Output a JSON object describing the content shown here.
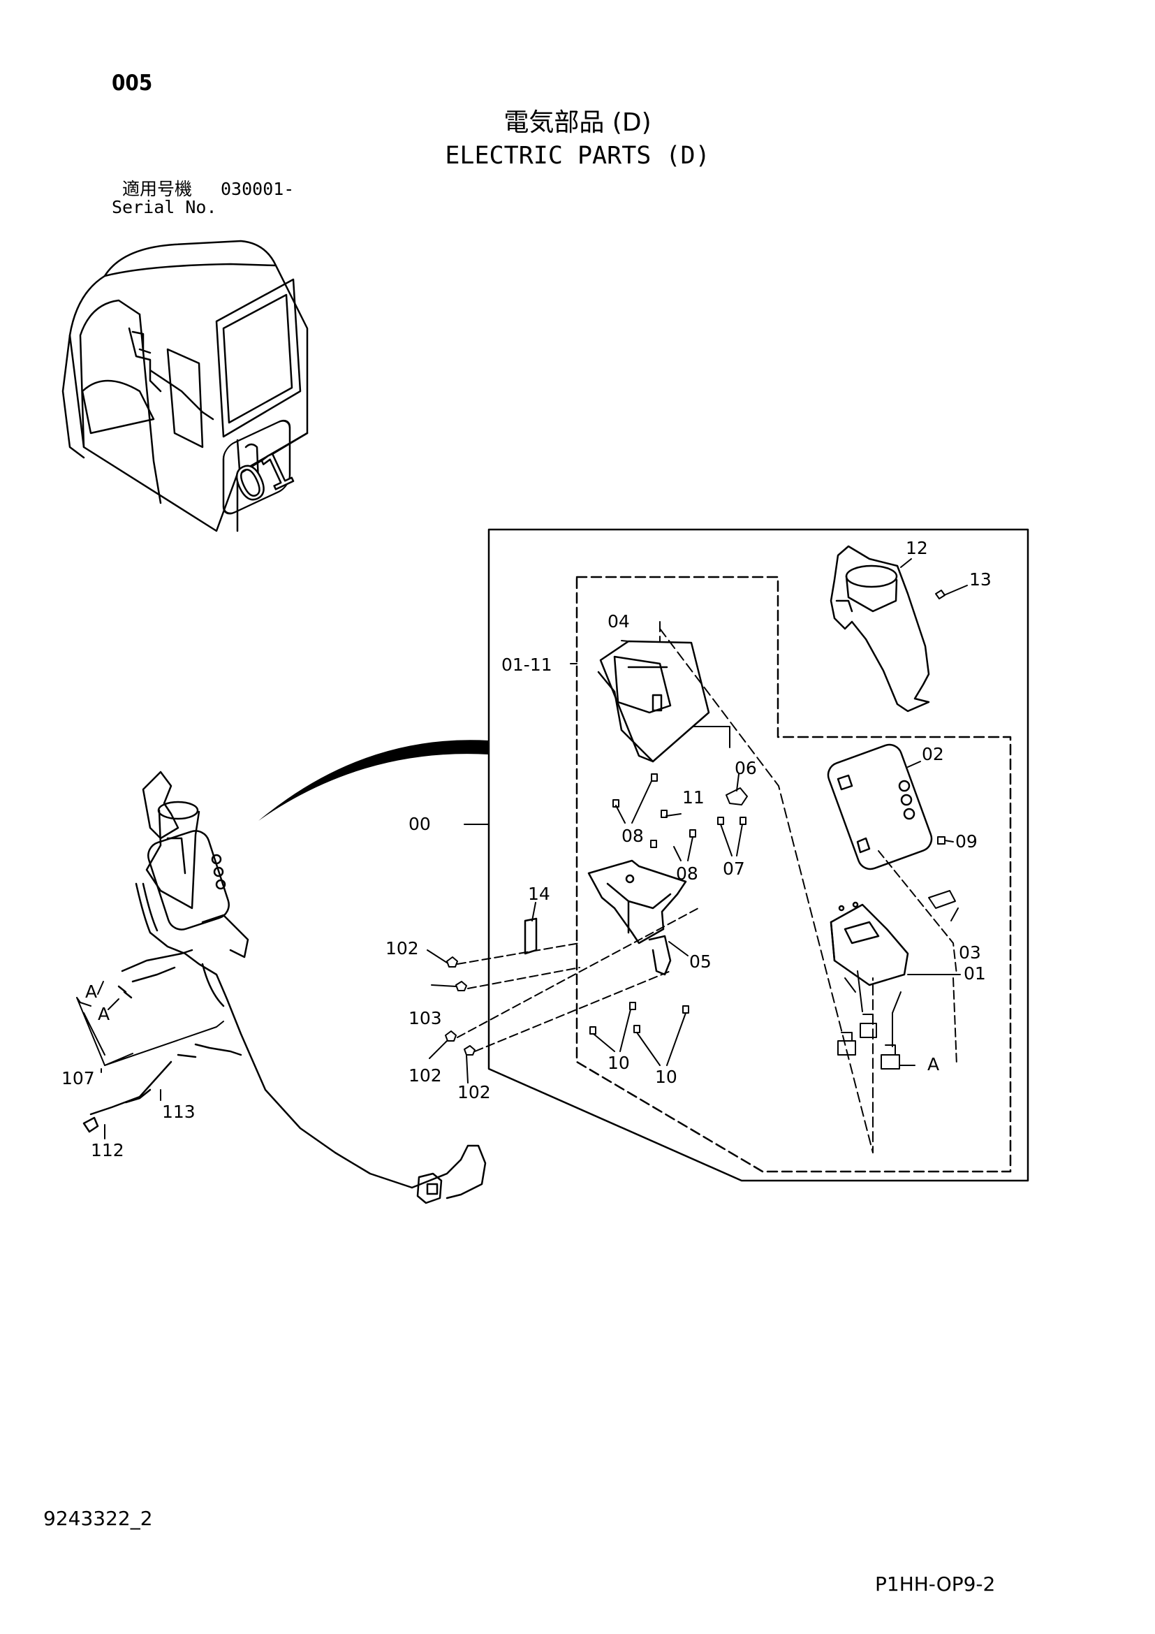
{
  "header": {
    "page_no": "005",
    "title_jp": "電気部品 (D)",
    "title_en": "ELECTRIC PARTS (D)",
    "serial_label_jp": "適用号機",
    "serial_value": "030001-",
    "serial_label_en": "Serial No."
  },
  "footer": {
    "doc_code": "9243322_2",
    "drawing_code": "P1HH-OP9-2"
  },
  "callouts": {
    "c12": "12",
    "c13": "13",
    "c04": "04",
    "c01_11": "01-11",
    "c02": "02",
    "c06": "06",
    "c11": "11",
    "c08a": "08",
    "c08b": "08",
    "c07": "07",
    "c09": "09",
    "c00": "00",
    "c14": "14",
    "c05": "05",
    "c03": "03",
    "c01": "01",
    "c102a": "102",
    "c103": "103",
    "c102b": "102",
    "c102c": "102",
    "c10a": "10",
    "c10b": "10",
    "cA_right": "A",
    "cA1": "A",
    "cA2": "A",
    "c107": "107",
    "c113": "113",
    "c112": "112",
    "cab_mark": "01"
  }
}
